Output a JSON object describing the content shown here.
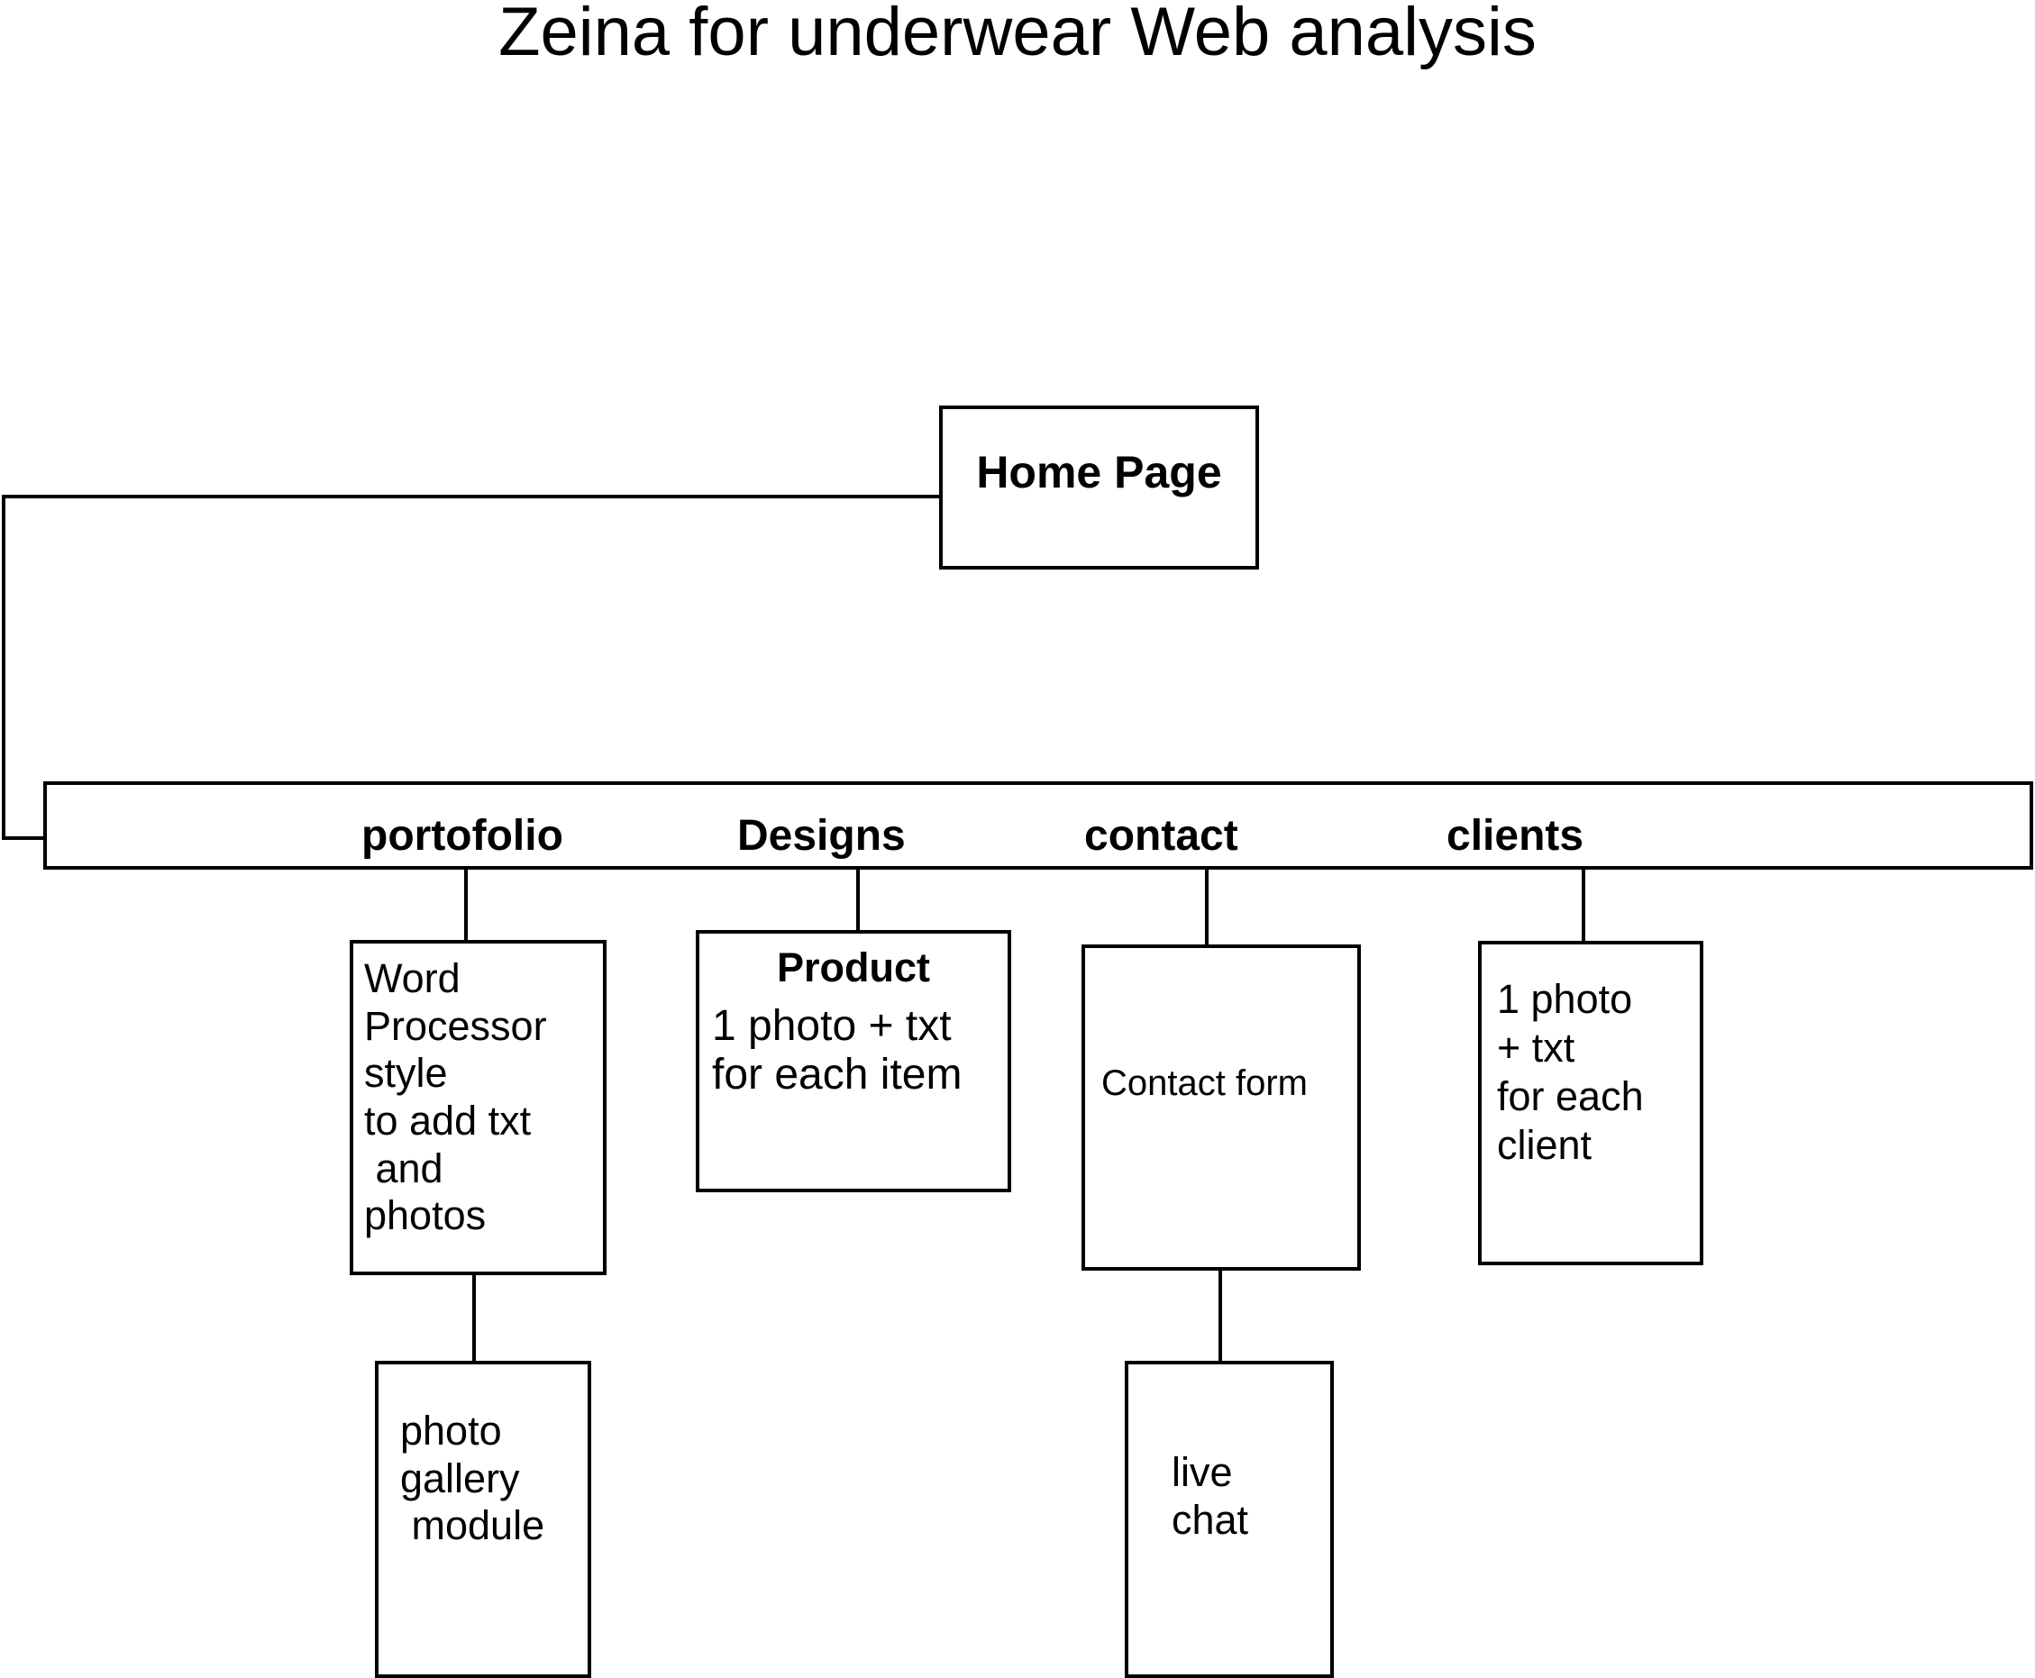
{
  "title": "Zeina for underwear Web analysis",
  "root": {
    "label": "Home Page"
  },
  "nav": {
    "items": [
      {
        "label": "portofolio"
      },
      {
        "label": "Designs"
      },
      {
        "label": "contact"
      },
      {
        "label": "clients"
      }
    ]
  },
  "nodes": {
    "word_processor": "Word\nProcessor\nstyle\nto add txt\n and\nphotos",
    "product_title": "Product",
    "product_body": "1 photo + txt\nfor each item",
    "contact_form": "Contact form",
    "clients_detail": "1 photo\n+ txt\nfor each\nclient",
    "photo_gallery": "photo\ngallery\n module",
    "live_chat": "live\nchat"
  },
  "colors": {
    "ink": "#000000",
    "paper": "#ffffff"
  }
}
